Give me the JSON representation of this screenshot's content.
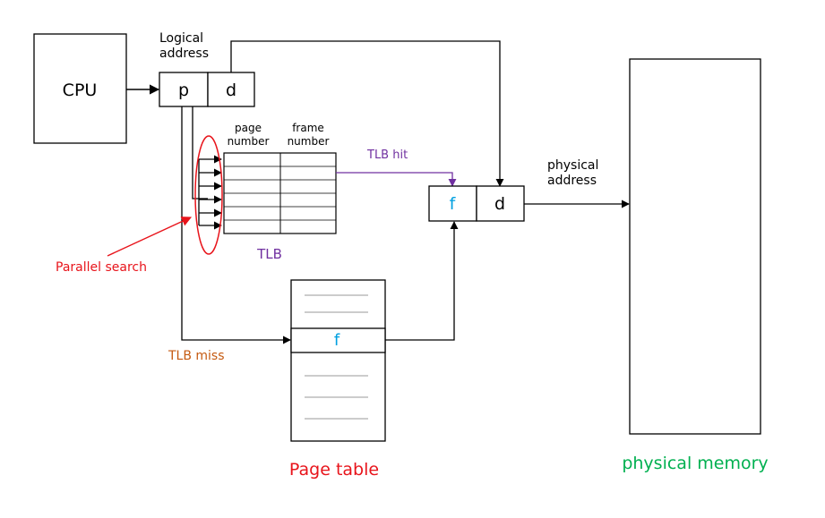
{
  "cpu": {
    "label": "CPU"
  },
  "logical_address": {
    "label_line1": "Logical",
    "label_line2": "address",
    "p": "p",
    "d": "d"
  },
  "tlb": {
    "col_page_line1": "page",
    "col_page_line2": "number",
    "col_frame_line1": "frame",
    "col_frame_line2": "number",
    "label": "TLB",
    "rows": 6
  },
  "tlb_hit": {
    "label": "TLB hit"
  },
  "tlb_miss": {
    "label": "TLB miss"
  },
  "parallel_search": {
    "label": "Parallel search"
  },
  "physical_address": {
    "label_line1": "physical",
    "label_line2": "address",
    "f": "f",
    "d": "d"
  },
  "page_table": {
    "label": "Page table",
    "entry": "f"
  },
  "physical_memory": {
    "label": "physical memory"
  },
  "colors": {
    "black": "#000000",
    "red": "#e8141b",
    "purple": "#7030a0",
    "orange": "#c55a11",
    "cyan": "#00a0e0",
    "green": "#00b050",
    "gray": "#999999"
  }
}
